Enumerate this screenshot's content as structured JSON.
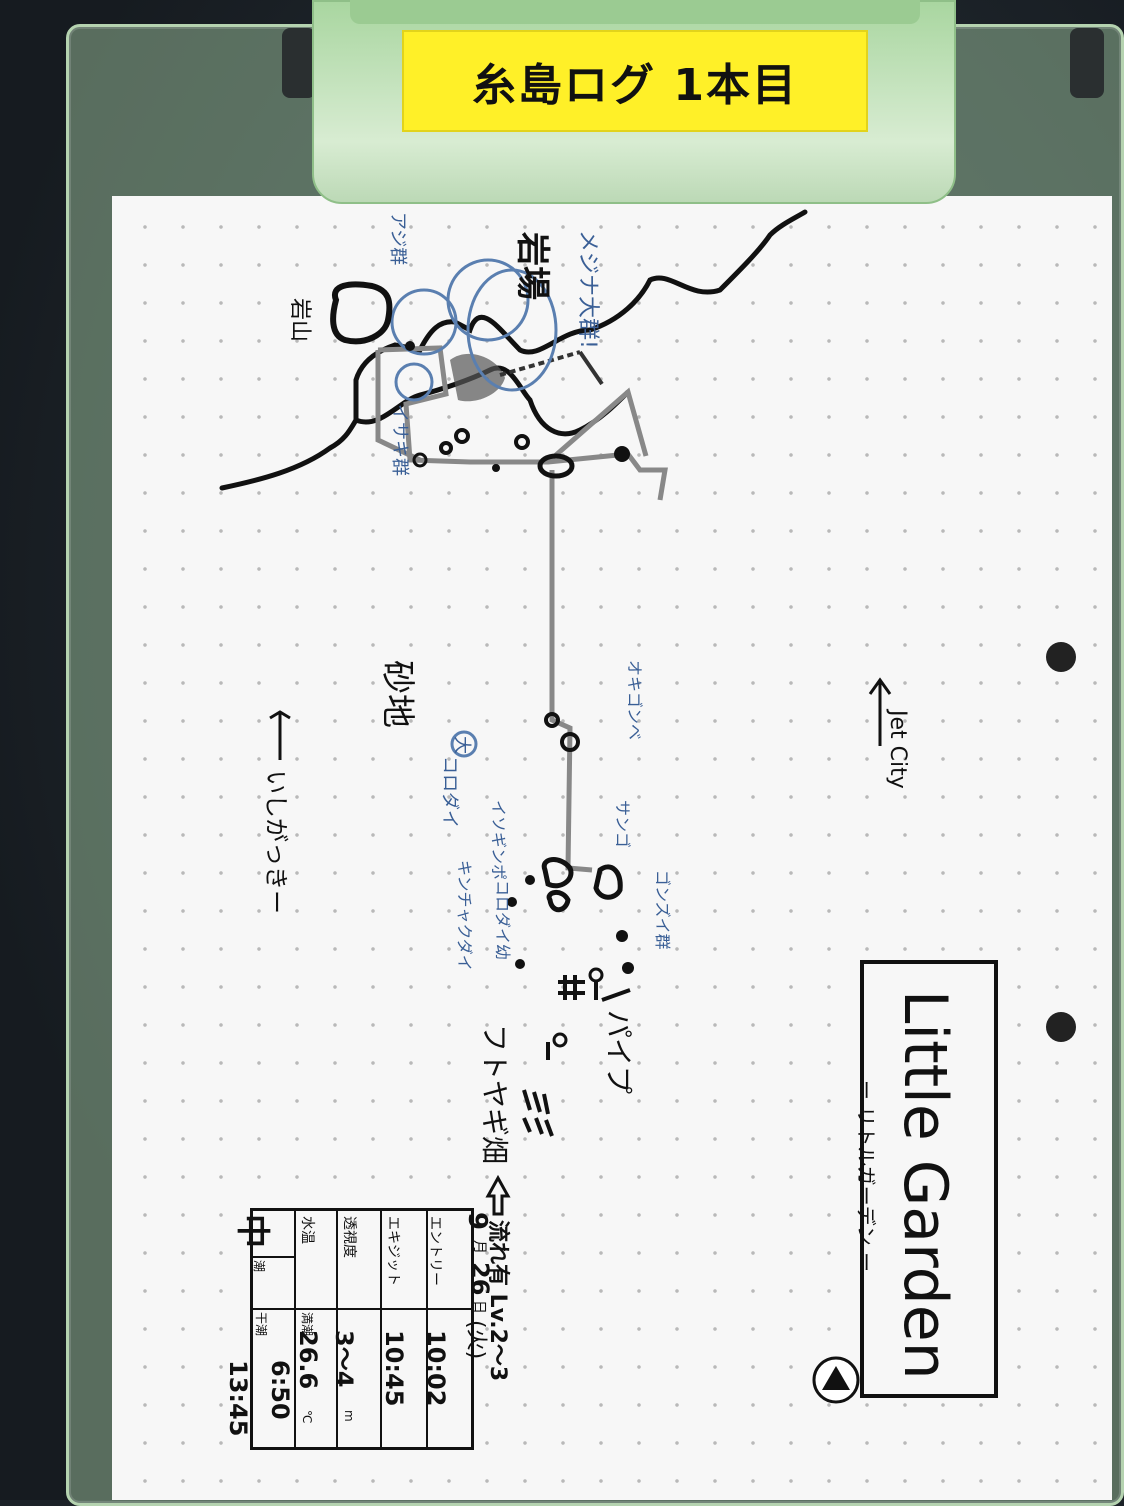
{
  "label_tape": "糸島ログ 1本目",
  "title": "Little Garden",
  "subtitle": "ー リトルガーデン ー",
  "labels": {
    "iwaba": "岩場",
    "iwayama": "岩山",
    "sunachi": "砂地",
    "jet_city": "Jet City",
    "ishigakki": "いしがっきー",
    "pipe": "パイプ",
    "futoyagi": "フトヤギ畑",
    "mejina": "メジナ大群!",
    "aji": "アジ群",
    "isaki": "イサキ群",
    "koro_dai": "コロダイ",
    "tai": "大",
    "okiyoko": "オキゴンベ",
    "isogin": "イソギンポ",
    "sanago": "サンゴ",
    "kinchaku": "キンチャクダイ",
    "kurodai": "コロダイ幼",
    "gonzui": "ゴンズイ群",
    "current": "流れ有 Lv.2〜3"
  },
  "log": {
    "month": "9",
    "month_label": "月",
    "day": "26",
    "day_label": "日",
    "weekday": "(火)",
    "entry_label": "エントリー",
    "entry": "10:02",
    "exit_label": "エキジット",
    "exit": "10:45",
    "visibility_label": "透視度",
    "visibility": "3〜4",
    "visibility_unit": "m",
    "water_temp_label": "水温",
    "water_temp": "26.6",
    "water_temp_unit": "℃",
    "tide_label": "潮",
    "tide": "中",
    "high_tide_label": "満潮",
    "high_tide": "6:50",
    "low_tide_label": "干潮",
    "low_tide": "13:45"
  }
}
